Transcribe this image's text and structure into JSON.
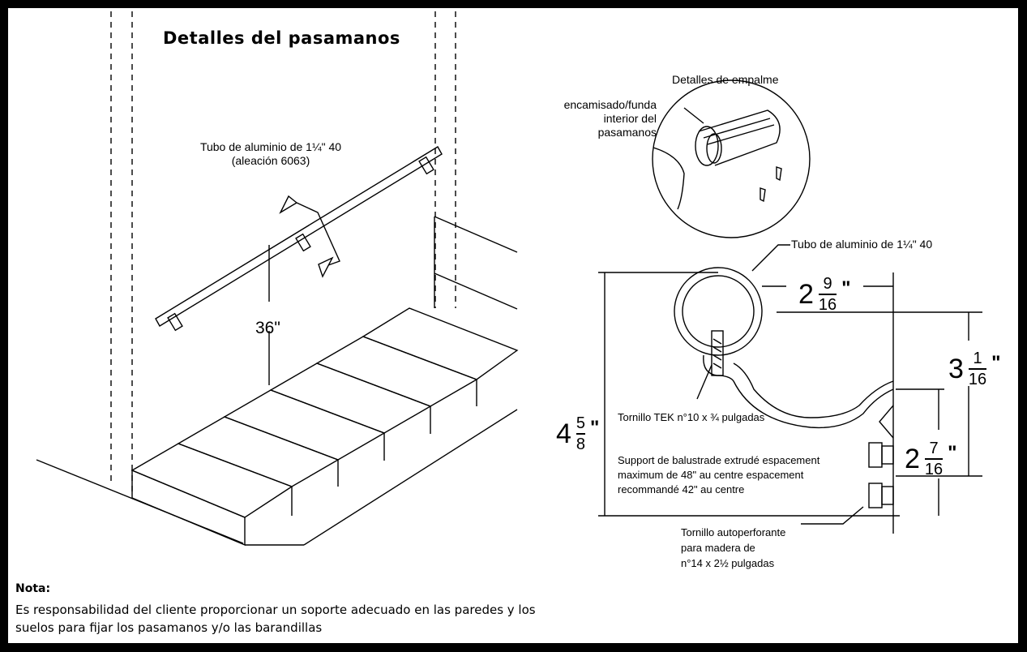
{
  "title": "Detalles del pasamanos",
  "stair": {
    "tube_label_line1": "Tubo de aluminio de 1¼\" 40",
    "tube_label_line2": "(aleación 6063)",
    "height_label": "36\""
  },
  "splice": {
    "title": "Detalles de empalme",
    "sleeve_line1": "encamisado/funda",
    "sleeve_line2": "interior del",
    "sleeve_line3": "pasamanos"
  },
  "section": {
    "tube_label": "Tubo de aluminio de 1¼\" 40",
    "dim_a": {
      "whole": "2",
      "num": "9",
      "den": "16",
      "unit": "\""
    },
    "dim_b": {
      "whole": "3",
      "num": "1",
      "den": "16",
      "unit": "\""
    },
    "dim_c": {
      "whole": "4",
      "num": "5",
      "den": "8",
      "unit": "\""
    },
    "dim_d": {
      "whole": "2",
      "num": "7",
      "den": "16",
      "unit": "\""
    },
    "tek_screw": "Tornillo TEK n°10 x ¾ pulgadas",
    "support_line1": "Support de balustrade extrudé espacement",
    "support_line2": "maximum de 48\" au centre espacement",
    "support_line3": "recommandé 42\" au centre",
    "wood_screw_line1": "Tornillo autoperforante",
    "wood_screw_line2": "para madera de",
    "wood_screw_line3": "n°14 x 2½ pulgadas"
  },
  "note": {
    "heading": "Nota:",
    "body": "Es responsabilidad del cliente proporcionar un soporte adecuado en las paredes y los suelos para fijar los pasamanos y/o las barandillas"
  }
}
